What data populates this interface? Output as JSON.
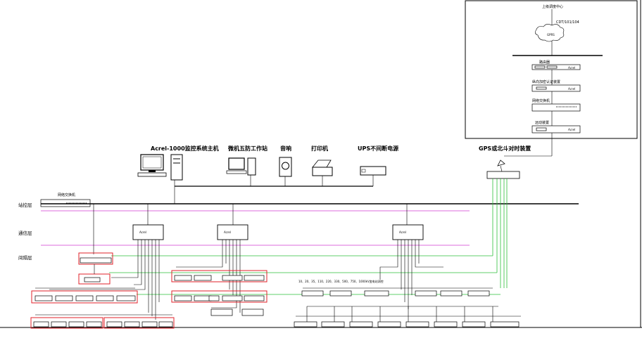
{
  "top": {
    "dispatch_center": "上级调度中心",
    "protocol": "CDT/101/104",
    "cloud_label": "GPRS",
    "router": "路由器",
    "auth_device": "纵向加密认证装置",
    "net_switch": "网络交换机",
    "remote_device": "远动装置",
    "brand": "Acrel"
  },
  "station": {
    "host": "Acrel-1000监控系统主机",
    "five_prevention": "微机五防工作站",
    "speaker": "音响",
    "printer": "打印机",
    "ups": "UPS不间断电源",
    "gps": "GPS或北斗对时装置",
    "switch": "网络交换机"
  },
  "layers": {
    "station_layer": "站控层",
    "comm_layer": "通信层",
    "bay_layer": "间隔层"
  },
  "mid_text": "10、20、35、110、220、330、500、750、1000kV变电站测控"
}
